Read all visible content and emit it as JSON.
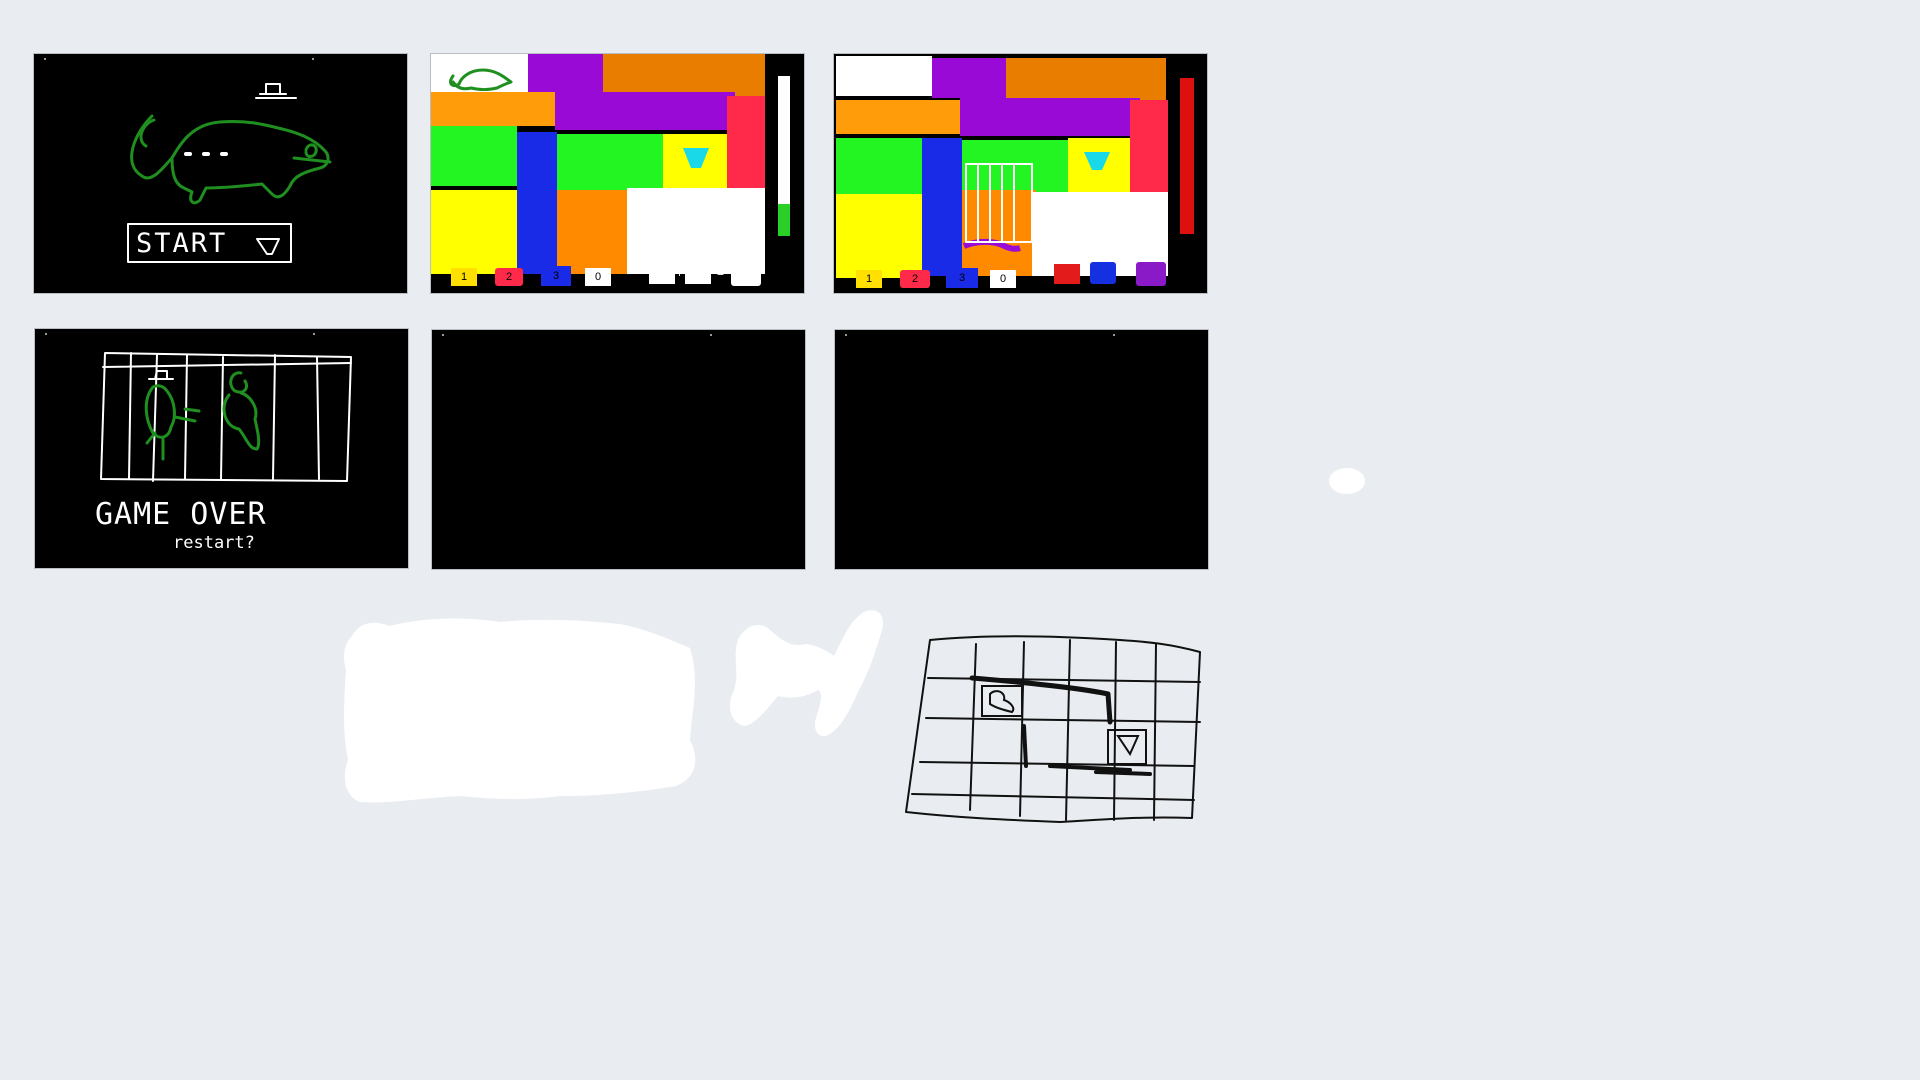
{
  "frames": {
    "start": {
      "button_label": "START"
    },
    "level1": {
      "keys": [
        "1",
        "2",
        "3",
        "0"
      ],
      "mix": {
        "op_plus": "+",
        "op_eq": "="
      },
      "colors": {
        "gem": "#19d9e8",
        "bar_fill": "#28d028"
      }
    },
    "level2": {
      "keys": [
        "1",
        "2",
        "3",
        "0"
      ],
      "mix": {
        "op_plus": "+",
        "op_eq": "="
      },
      "colors": {
        "mix_a": "#e31b1b",
        "mix_b": "#1530e0",
        "mix_result": "#8a1ac8",
        "bar_fill": "#dd1010"
      }
    },
    "gameover": {
      "title": "GAME OVER",
      "subtitle": "restart?"
    }
  },
  "palette": {
    "yellow": "#ffff00",
    "red": "#ff2a4a",
    "blue": "#1a2be8",
    "white": "#ffffff",
    "green": "#22f522",
    "purple": "#9a0ad6",
    "orange": "#ff8a00",
    "black": "#000000"
  }
}
